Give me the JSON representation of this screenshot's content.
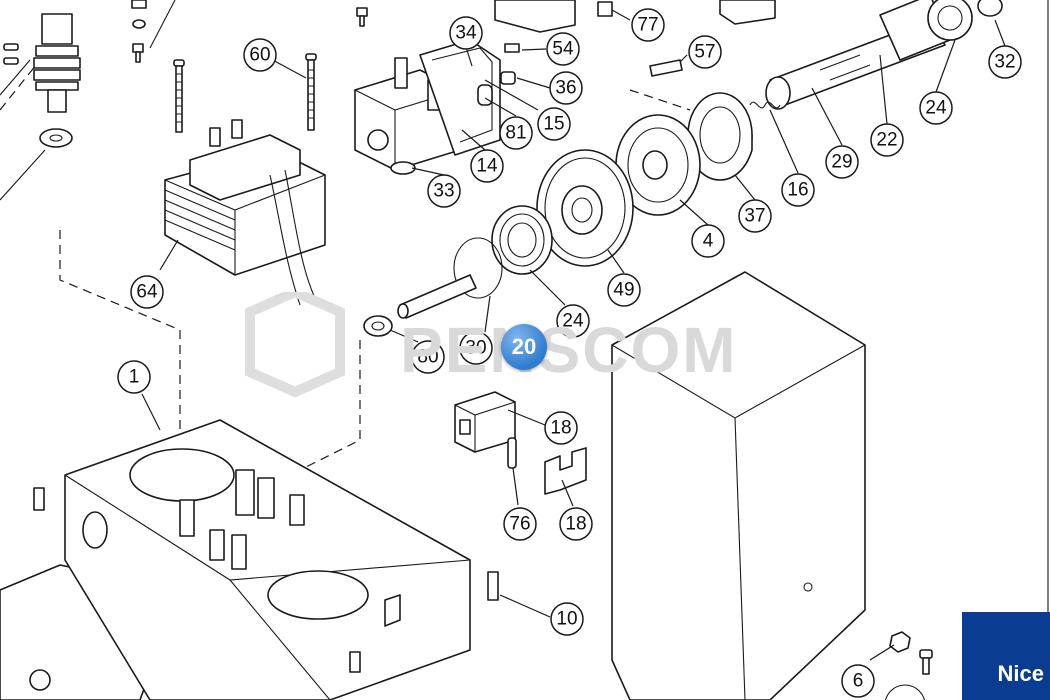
{
  "diagram": {
    "callouts": [
      {
        "id": "60",
        "label": "60"
      },
      {
        "id": "34",
        "label": "34"
      },
      {
        "id": "54",
        "label": "54"
      },
      {
        "id": "77",
        "label": "77"
      },
      {
        "id": "36",
        "label": "36"
      },
      {
        "id": "57",
        "label": "57"
      },
      {
        "id": "32",
        "label": "32"
      },
      {
        "id": "24a",
        "label": "24"
      },
      {
        "id": "15",
        "label": "15"
      },
      {
        "id": "81",
        "label": "81"
      },
      {
        "id": "22",
        "label": "22"
      },
      {
        "id": "29",
        "label": "29"
      },
      {
        "id": "16",
        "label": "16"
      },
      {
        "id": "33",
        "label": "33"
      },
      {
        "id": "14",
        "label": "14"
      },
      {
        "id": "37",
        "label": "37"
      },
      {
        "id": "64",
        "label": "64"
      },
      {
        "id": "4",
        "label": "4"
      },
      {
        "id": "49",
        "label": "49"
      },
      {
        "id": "24b",
        "label": "24"
      },
      {
        "id": "30",
        "label": "30"
      },
      {
        "id": "80",
        "label": "80"
      },
      {
        "id": "1",
        "label": "1"
      },
      {
        "id": "18a",
        "label": "18"
      },
      {
        "id": "76",
        "label": "76"
      },
      {
        "id": "18b",
        "label": "18"
      },
      {
        "id": "10",
        "label": "10"
      },
      {
        "id": "6",
        "label": "6"
      }
    ],
    "selected_badge": "20",
    "watermark": "PENSCOM",
    "brand_logo": "Nice",
    "colors": {
      "badge": "#2f7bd0",
      "logo_bg": "#0a3d91",
      "line": "#1a1a1a",
      "watermark": "#d9d9d9"
    }
  }
}
